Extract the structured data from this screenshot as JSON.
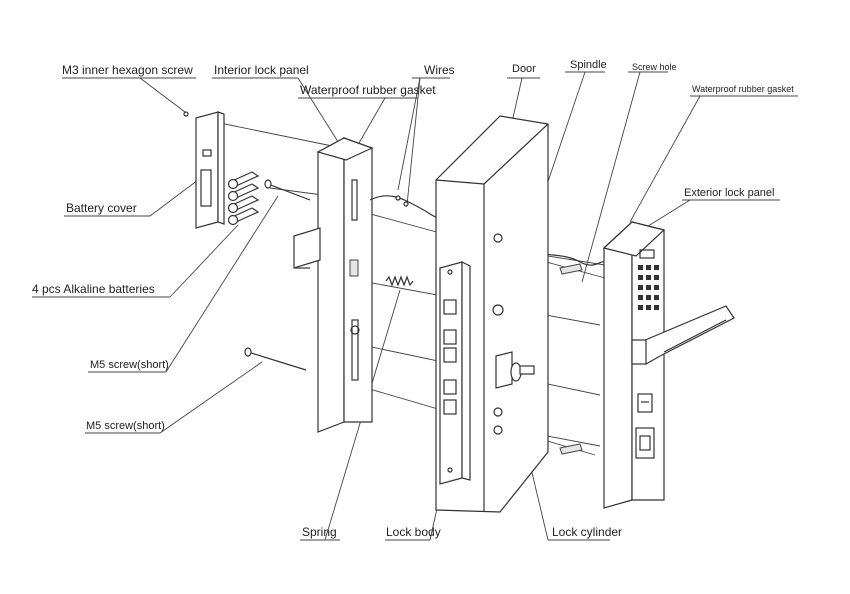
{
  "diagram": {
    "labels": {
      "m3_screw": "M3 inner hexagon screw",
      "interior_panel": "Interior lock panel",
      "gasket_inner": "Waterproof rubber gasket",
      "wires": "Wires",
      "door": "Door",
      "spindle": "Spindle",
      "screw_hole": "Screw hole",
      "gasket_outer": "Waterproof rubber gasket",
      "exterior_panel": "Exterior lock panel",
      "battery_cover": "Battery cover",
      "batteries": "4 pcs Alkaline batteries",
      "m5_screw_1": "M5 screw(short)",
      "m5_screw_2": "M5 screw(short)",
      "spring": "Spring",
      "lock_body": "Lock body",
      "lock_cylinder": "Lock cylinder"
    }
  }
}
